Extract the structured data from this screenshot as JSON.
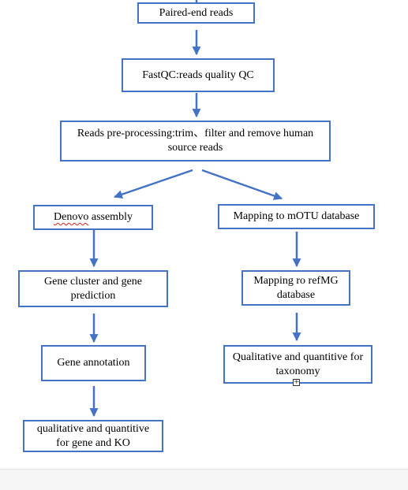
{
  "nodes": {
    "paired_end_reads": "Paired-end reads",
    "fastqc": "FastQC:reads quality QC",
    "preprocessing": "Reads pre-processing:trim、filter and remove human source reads",
    "denovo_word": "Denovo",
    "denovo_rest": " assembly",
    "mapping_motu": "Mapping to mOTU database",
    "gene_cluster": "Gene cluster and gene prediction",
    "mapping_refmg": "Mapping ro refMG database",
    "gene_annotation": "Gene annotation",
    "qual_taxonomy": "Qualitative and quantitive for taxonomy",
    "qual_gene_ko": "qualitative and quantitive for gene and KO"
  },
  "colors": {
    "box_border": "#4472c4",
    "arrow": "#4472c4",
    "spellcheck_underline": "#e02020"
  },
  "icons": {
    "table_handle": "plus-square-icon"
  }
}
